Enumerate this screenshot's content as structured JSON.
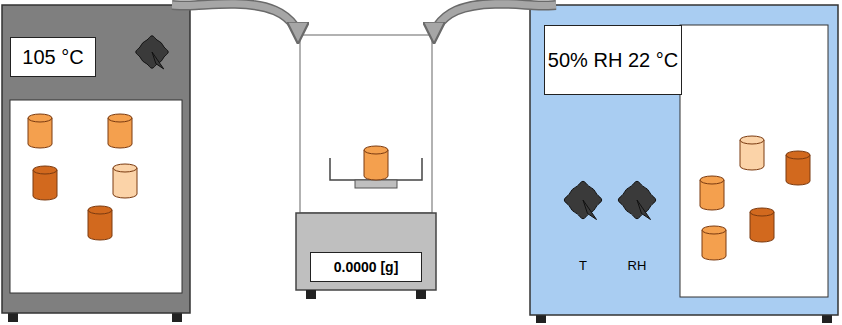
{
  "diagram": {
    "nodes": [
      {
        "text": [
          "105 °C"
        ]
      },
      {
        "text": [
          "0.0000 [g]"
        ]
      },
      {
        "text": [
          "50% RH 22 °C",
          "T",
          "RH"
        ]
      }
    ],
    "edges": [
      {
        "from": 0,
        "to": 1,
        "arrow": "to"
      },
      {
        "from": 2,
        "to": 1,
        "arrow": "to"
      }
    ]
  }
}
